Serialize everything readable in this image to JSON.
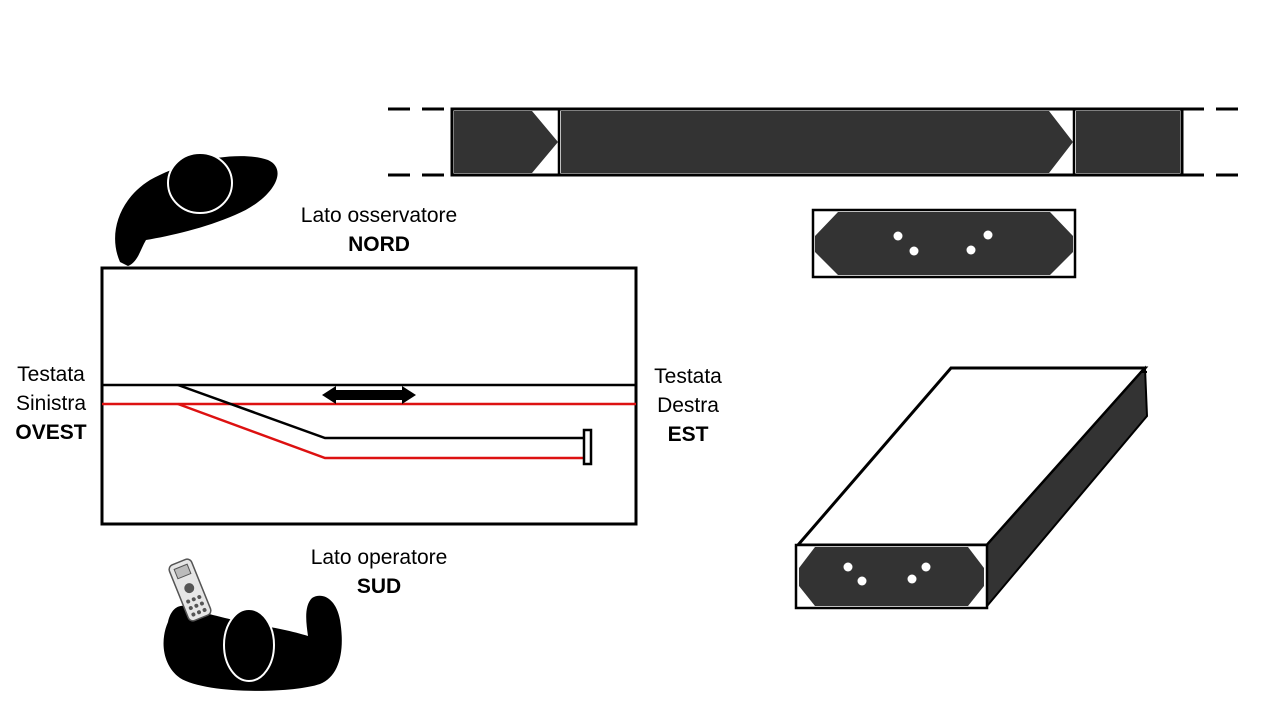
{
  "labels": {
    "north": {
      "line1": "Lato osservatore",
      "line2": "NORD"
    },
    "south": {
      "line1": "Lato operatore",
      "line2": "SUD"
    },
    "west": {
      "line1": "Testata",
      "line2": "Sinistra",
      "line3": "OVEST"
    },
    "east": {
      "line1": "Testata",
      "line2": "Destra",
      "line3": "EST"
    }
  },
  "colors": {
    "module_fill": "#333333",
    "outline": "#000000",
    "track_red": "#dd1111",
    "track_black": "#000000",
    "background": "#ffffff"
  },
  "icons": {
    "observer": "person-top-view-icon",
    "operator": "person-with-throttle-top-view-icon",
    "throttle": "remote-throttle-icon",
    "shuttle": "double-arrow-icon",
    "buffer": "buffer-stop-icon"
  }
}
